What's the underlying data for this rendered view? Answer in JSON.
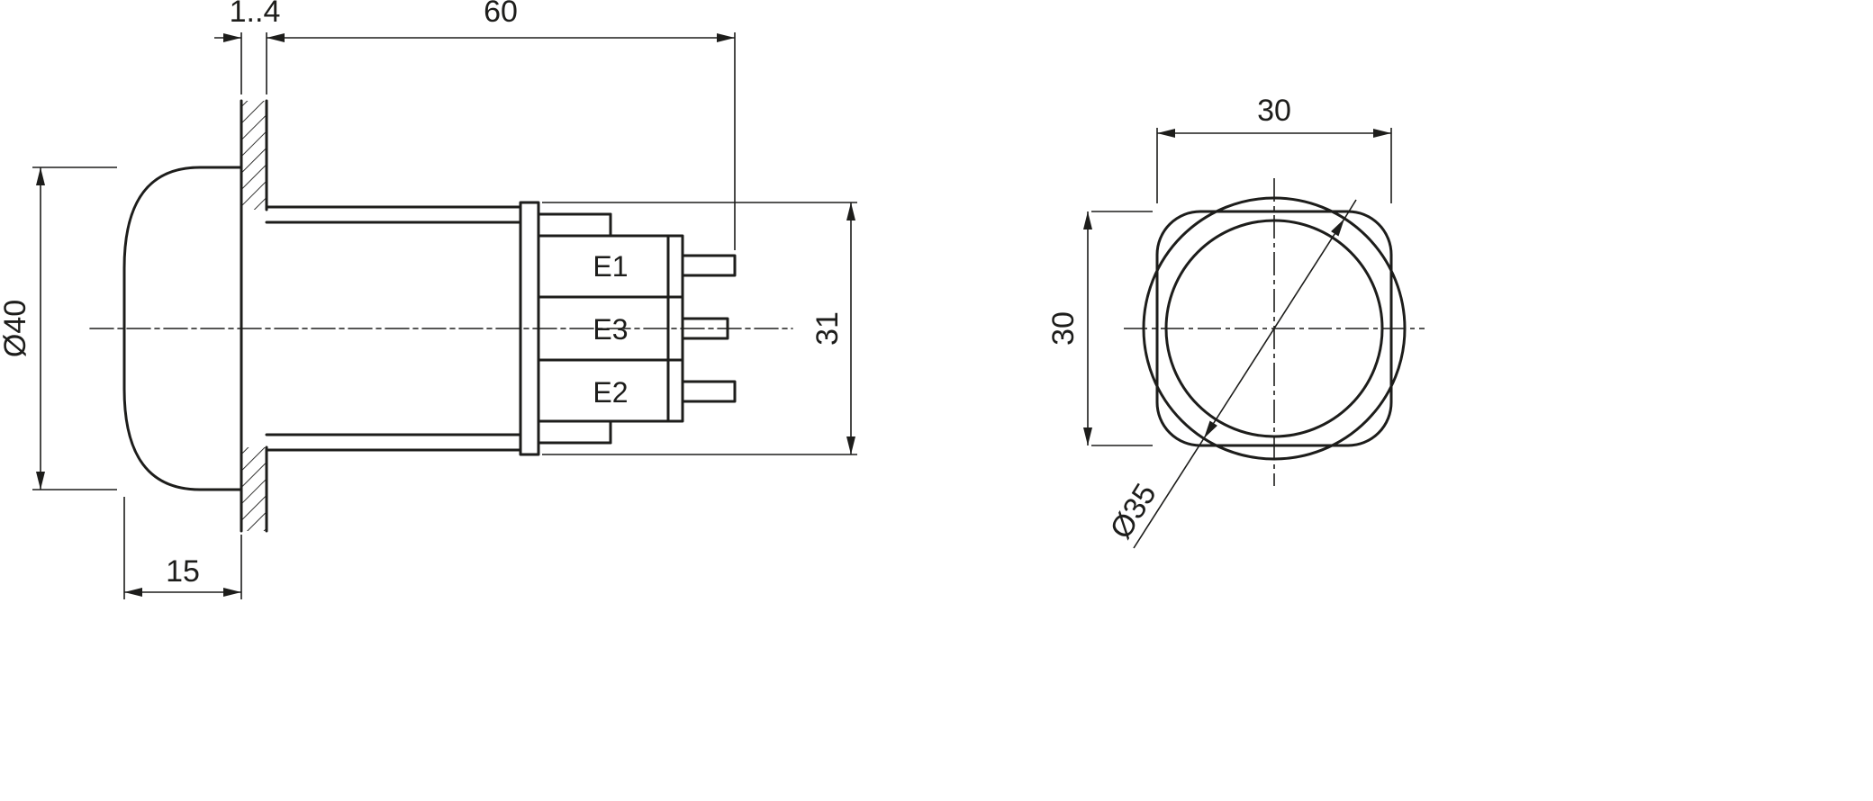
{
  "colors": {
    "line": "#1d1d1b",
    "background": "#ffffff"
  },
  "side_view": {
    "dim_panel_thickness": "1..4",
    "dim_length": "60",
    "dim_head_diameter": "Ø40",
    "dim_protrusion": "15",
    "dim_flange": "31",
    "terminals": [
      "E1",
      "E3",
      "E2"
    ]
  },
  "front_view": {
    "dim_width": "30",
    "dim_height": "30",
    "dim_bezel_diameter": "Ø35"
  }
}
